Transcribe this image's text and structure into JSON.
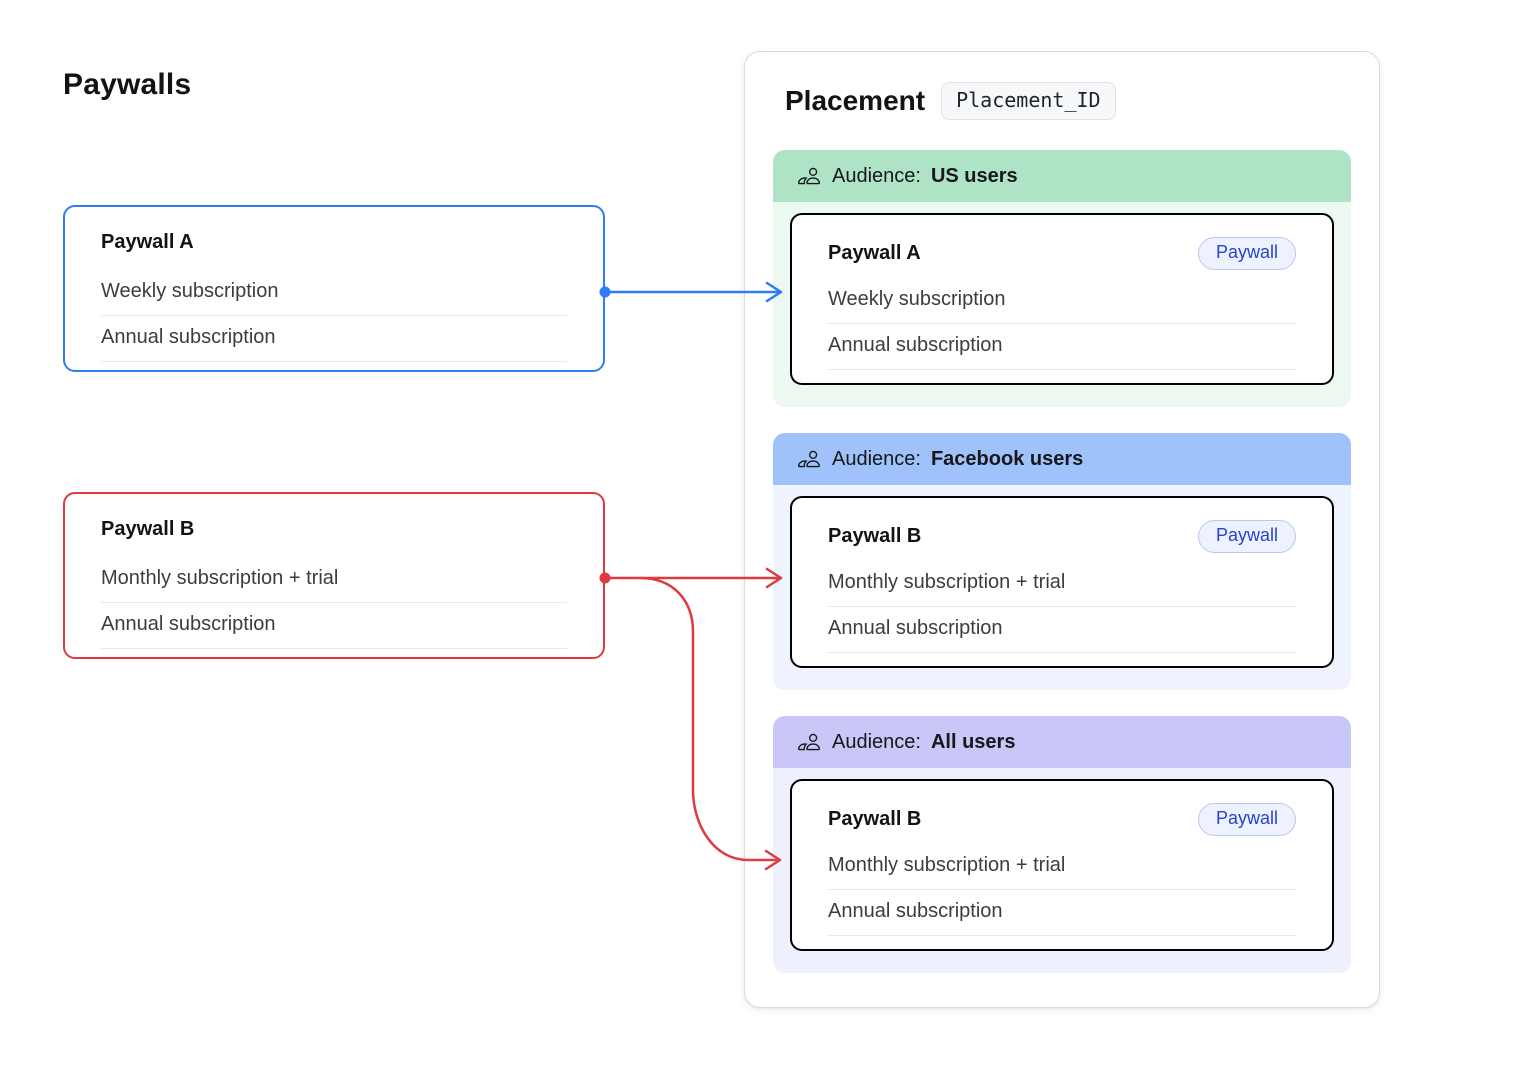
{
  "page": {
    "title": "Paywalls"
  },
  "paywalls": [
    {
      "name": "Paywall A",
      "products": [
        "Weekly subscription",
        "Annual subscription"
      ]
    },
    {
      "name": "Paywall B",
      "products": [
        "Monthly subscription + trial",
        "Annual subscription"
      ]
    }
  ],
  "placement": {
    "title": "Placement",
    "id_label": "Placement_ID",
    "audiences": [
      {
        "label": "Audience:",
        "name": "US users",
        "icon": "people-icon",
        "paywall": {
          "name": "Paywall A",
          "badge": "Paywall",
          "products": [
            "Weekly subscription",
            "Annual subscription"
          ]
        }
      },
      {
        "label": "Audience:",
        "name": "Facebook users",
        "icon": "people-icon",
        "paywall": {
          "name": "Paywall B",
          "badge": "Paywall",
          "products": [
            "Monthly subscription + trial",
            "Annual subscription"
          ]
        }
      },
      {
        "label": "Audience:",
        "name": "All users",
        "icon": "people-icon",
        "paywall": {
          "name": "Paywall B",
          "badge": "Paywall",
          "products": [
            "Monthly subscription + trial",
            "Annual subscription"
          ]
        }
      }
    ]
  },
  "colors": {
    "blue_accent": "#2E7CF6",
    "red_accent": "#E0393F",
    "badge_text": "#2444D0",
    "badge_bg": "#EEF2FE",
    "badge_border": "#B9C8F2",
    "aud1_header": "#AFE3C6",
    "aud1_body": "#EDF8F1",
    "aud2_header": "#9FC2FA",
    "aud2_body": "#EFF3FE",
    "aud3_header": "#C9C6F8",
    "aud3_body": "#EFF0FD"
  }
}
